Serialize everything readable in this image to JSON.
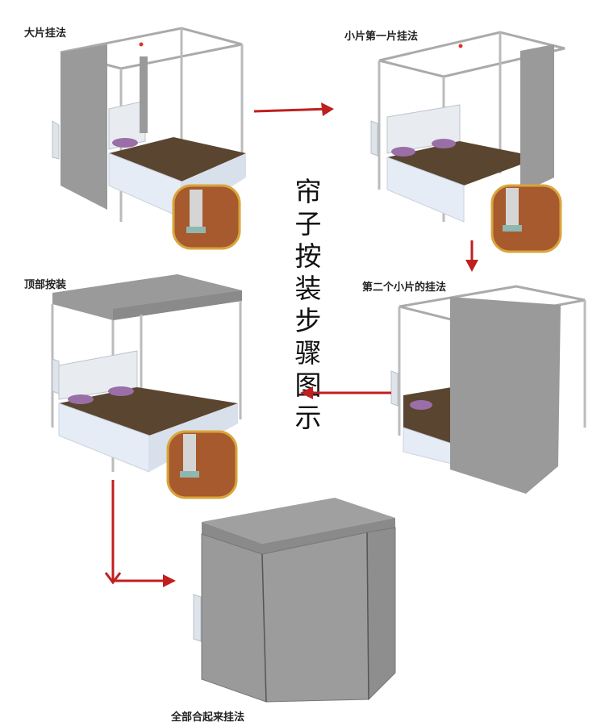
{
  "labels": {
    "step1": "大片挂法",
    "step2": "小片第一片挂法",
    "step3": "第二个小片的挂法",
    "step4": "顶部按装",
    "step5": "全部合起来挂法"
  },
  "title_chars": [
    "帘",
    "子",
    "按",
    "装",
    "步",
    "骤",
    "图",
    "示"
  ],
  "colors": {
    "curtain": "#9a9a9a",
    "curtain_dark": "#8a8a8a",
    "frame": "#c8c8c8",
    "frame_edge": "#888888",
    "arrow": "#c01f1f",
    "mattress": "#5a4630",
    "skirt": "#e6ecf5",
    "pillow": "#9a6fa8",
    "floor": "#a65a2e",
    "inset_border": "#d9a43a"
  }
}
